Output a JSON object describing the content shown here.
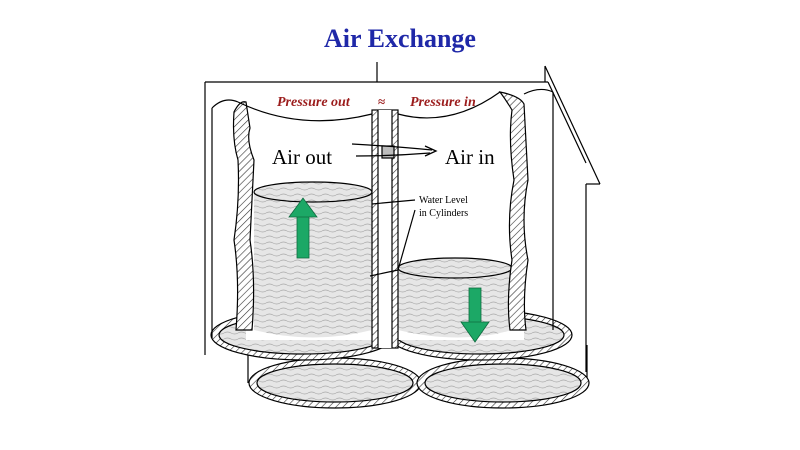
{
  "title": "Air Exchange",
  "labels": {
    "pressure_out": "Pressure out",
    "approx": "≈",
    "pressure_in": "Pressure in",
    "air_out": "Air out",
    "air_in": "Air in",
    "water_level_1": "Water Level",
    "water_level_2": "in Cylinders"
  },
  "colors": {
    "title": "#1f28a8",
    "pressure_labels": "#9b1c1c",
    "arrows": "#1ca866",
    "water": "#e4e4e4"
  },
  "arrows": {
    "left": "up-arrow-icon",
    "right": "down-arrow-icon"
  }
}
